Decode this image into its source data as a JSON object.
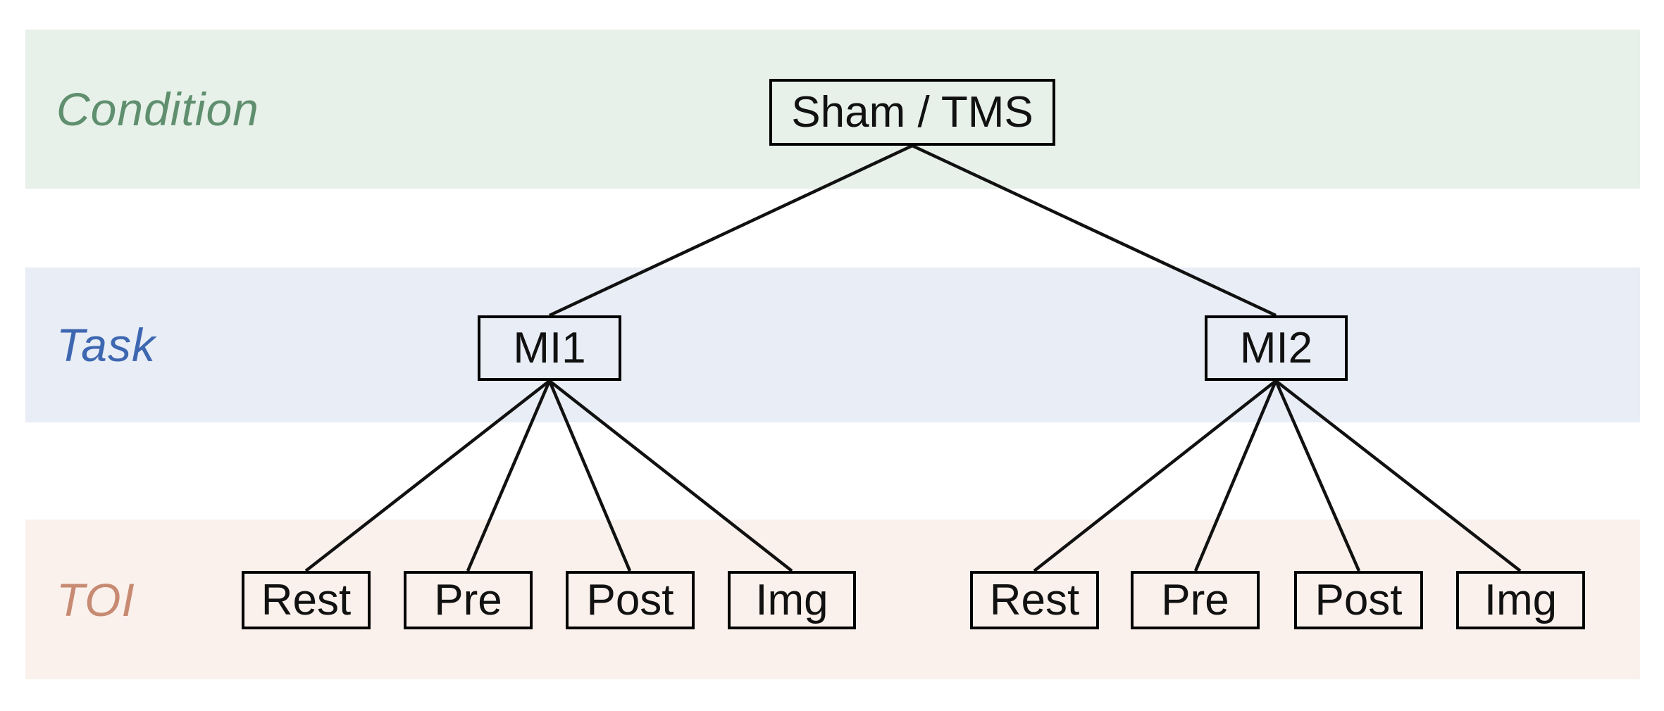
{
  "diagram": {
    "rows": [
      {
        "name": "condition",
        "label": "Condition",
        "band_color": "#e7f0e9",
        "label_color": "#5f8f6e"
      },
      {
        "name": "task",
        "label": "Task",
        "band_color": "#e8edf6",
        "label_color": "#3e67b1"
      },
      {
        "name": "toi",
        "label": "TOI",
        "band_color": "#faf1ec",
        "label_color": "#c78a72"
      }
    ],
    "nodes": {
      "root": "Sham / TMS",
      "task1": "MI1",
      "task2": "MI2",
      "toi_task1": [
        "Rest",
        "Pre",
        "Post",
        "Img"
      ],
      "toi_task2": [
        "Rest",
        "Pre",
        "Post",
        "Img"
      ]
    },
    "styles": {
      "background": "#ffffff",
      "edge_color": "#111111",
      "node_border_color": "#000000",
      "node_text_color": "#111111"
    }
  }
}
